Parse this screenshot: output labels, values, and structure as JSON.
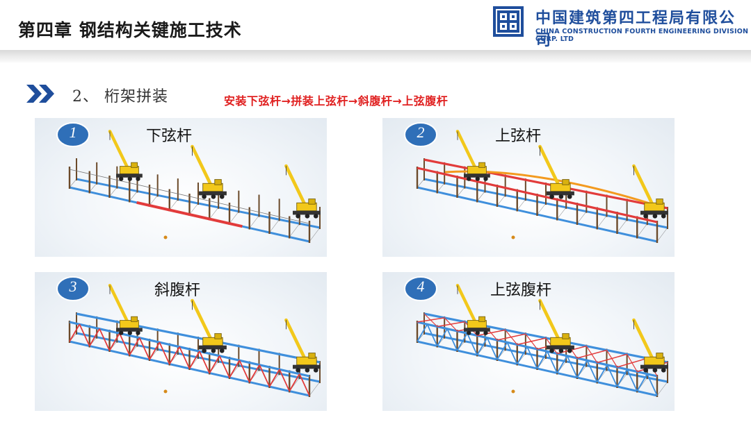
{
  "header": {
    "chapter_title": "第四章 钢结构关键施工技术",
    "company_cn": "中国建筑第四工程局有限公司",
    "company_en": "CHINA CONSTRUCTION FOURTH ENGINEERING DIVISION CORP. LTD"
  },
  "section": {
    "title": "2、 桁架拼装",
    "sequence": "安装下弦杆→拼装上弦杆→斜腹杆→上弦腹杆"
  },
  "panels": [
    {
      "number": "1",
      "label": "下弦杆"
    },
    {
      "number": "2",
      "label": "上弦杆"
    },
    {
      "number": "3",
      "label": "斜腹杆"
    },
    {
      "number": "4",
      "label": "上弦腹杆"
    }
  ],
  "colors": {
    "brand_blue": "#1f4e9c",
    "highlight_red": "#e02020",
    "truss_blue": "#3f8fdc",
    "truss_red": "#e23b3b",
    "crane_yellow": "#f2c81b",
    "badge_blue": "#2f6fb8"
  }
}
